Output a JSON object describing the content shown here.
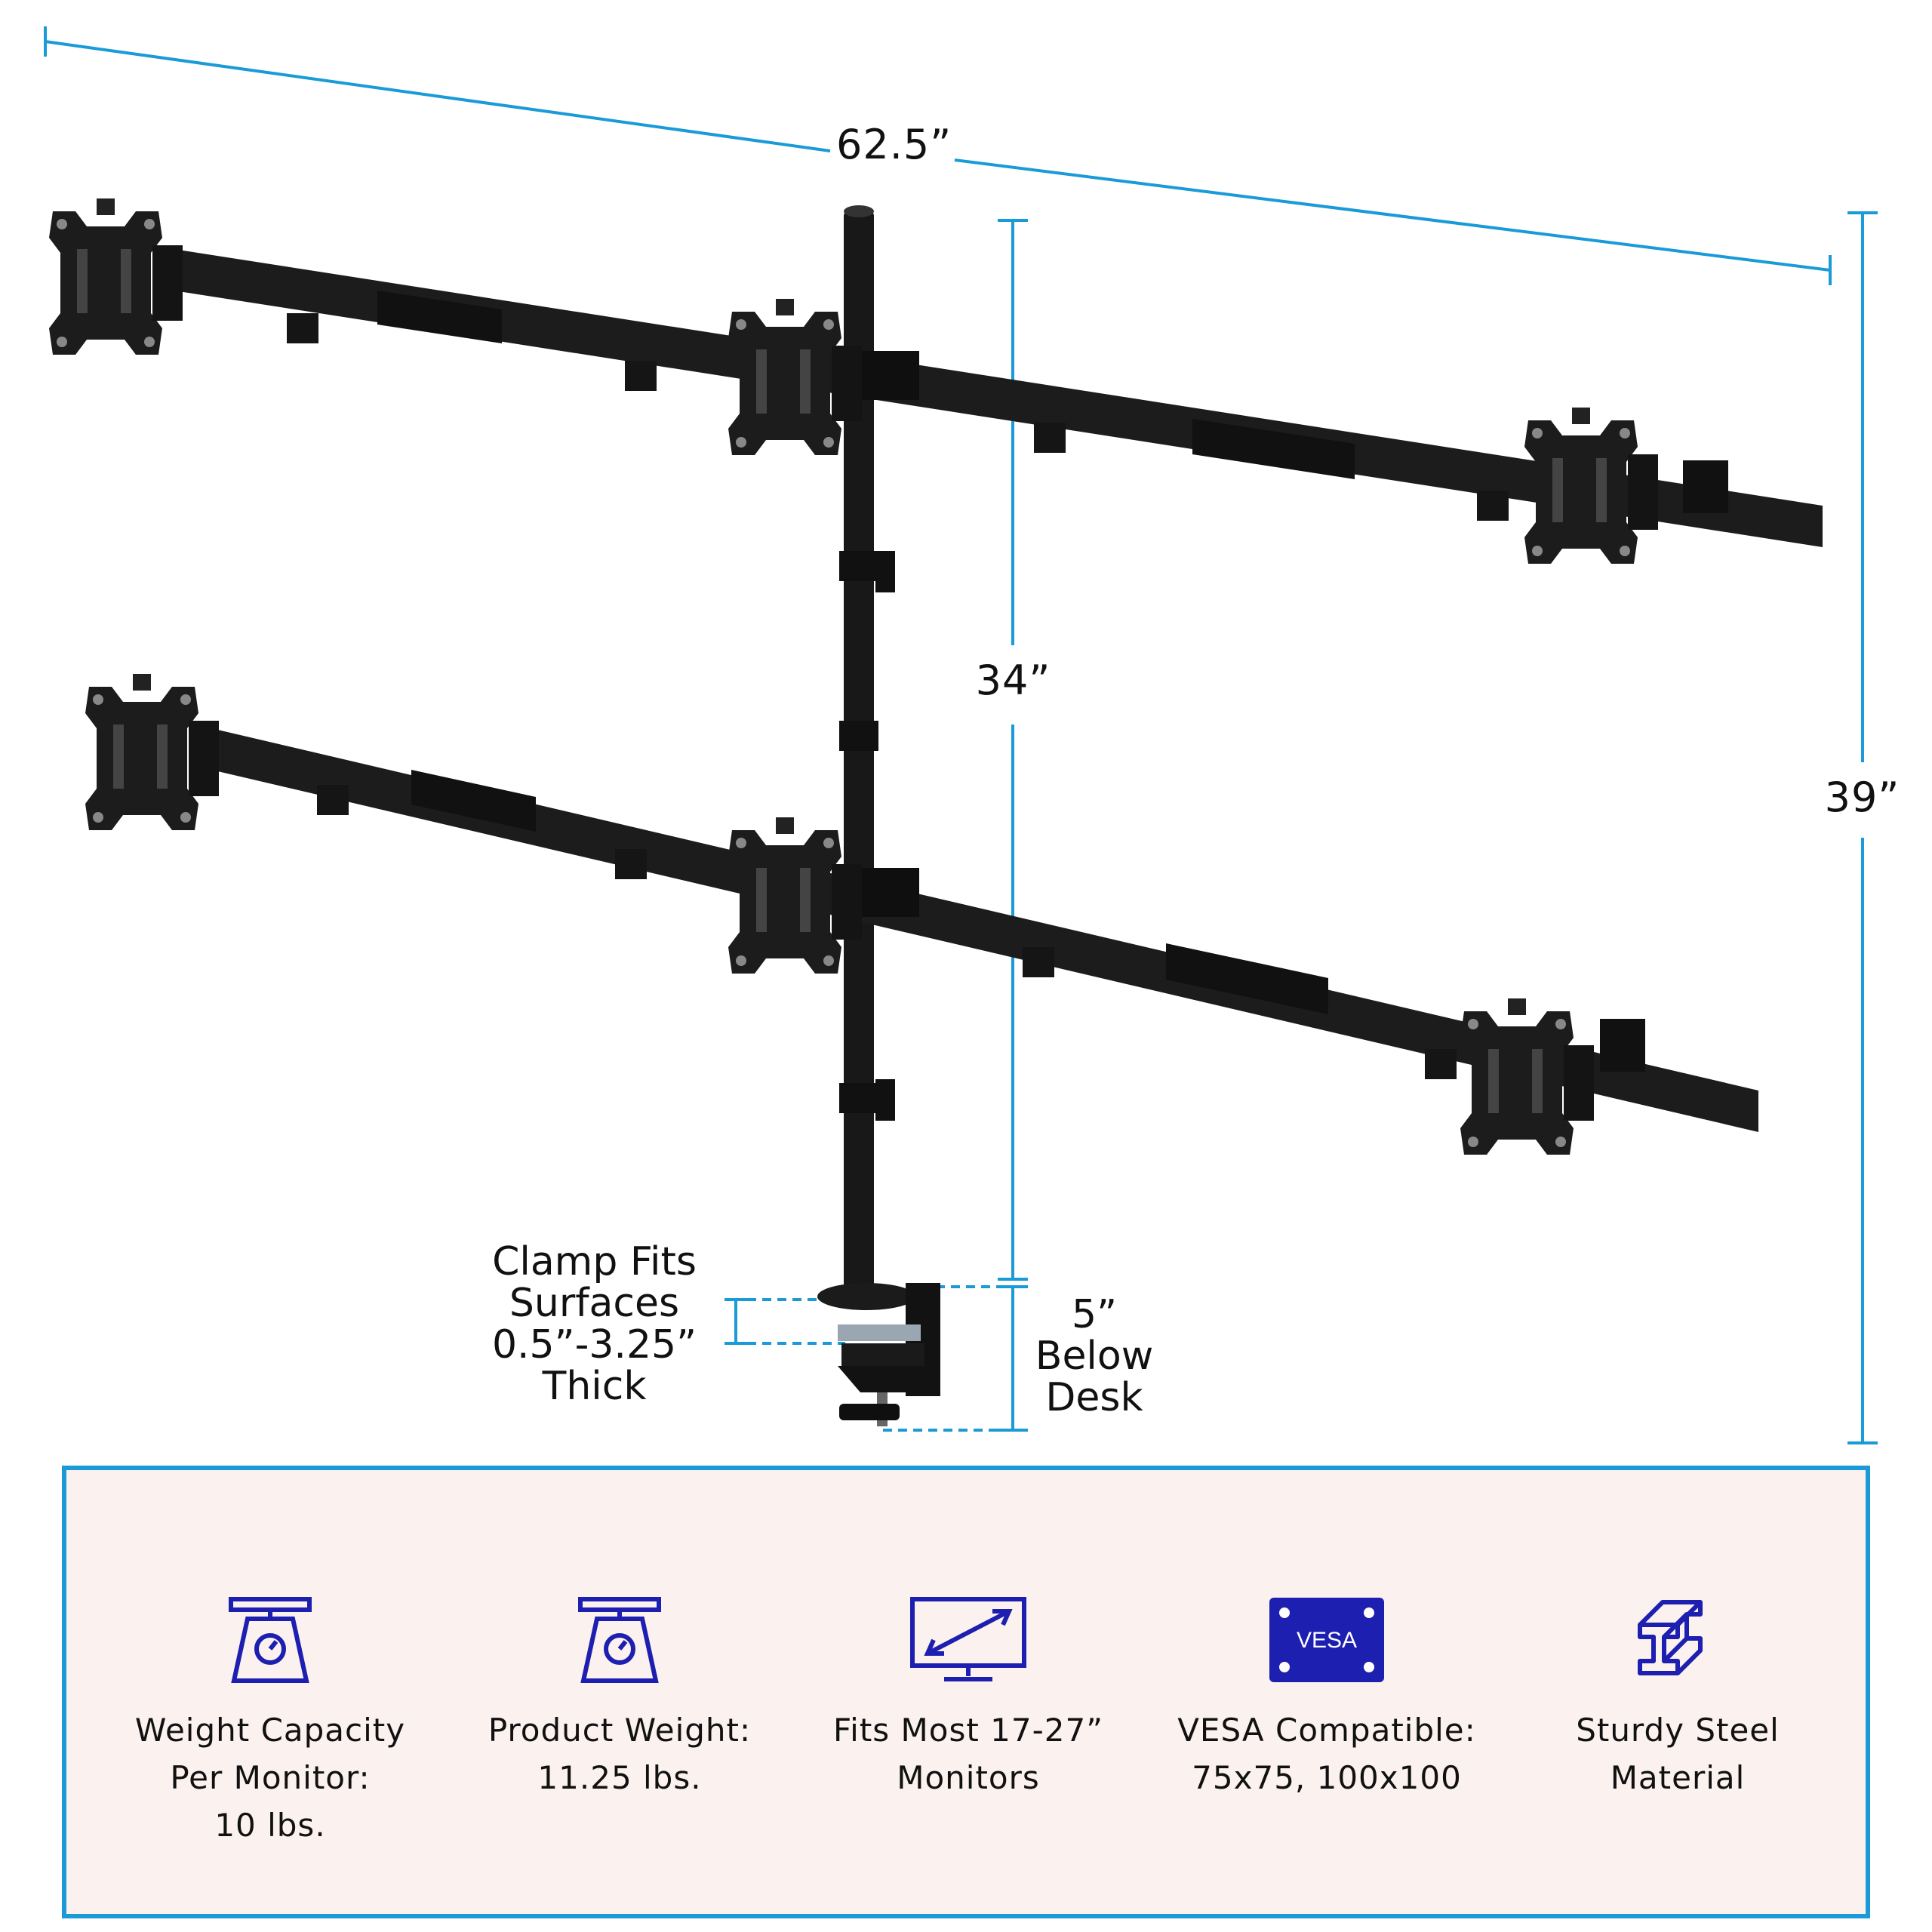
{
  "dimensions": {
    "width": "62.5”",
    "pole_height": "34”",
    "total_height": "39”",
    "below_desk_line1": "5”",
    "below_desk_line2": "Below",
    "below_desk_line3": "Desk"
  },
  "clamp_note": {
    "line1": "Clamp Fits",
    "line2": "Surfaces",
    "line3": "0.5”-3.25”",
    "line4": "Thick"
  },
  "colors": {
    "dimension_line": "#1a9bd7",
    "icon_blue": "#1d1fb0",
    "panel_bg": "#fbf1ee"
  },
  "specs": [
    {
      "icon": "scale-icon",
      "line1": "Weight Capacity",
      "line2": "Per Monitor:",
      "line3": "10 lbs."
    },
    {
      "icon": "scale-icon",
      "line1": "Product Weight:",
      "line2": "11.25 lbs."
    },
    {
      "icon": "monitor-size-icon",
      "line1": "Fits Most 17-27”",
      "line2": "Monitors"
    },
    {
      "icon": "vesa-icon",
      "badge": "VESA",
      "line1": "VESA Compatible:",
      "line2": "75x75, 100x100"
    },
    {
      "icon": "steel-beam-icon",
      "line1": "Sturdy Steel",
      "line2": "Material"
    }
  ]
}
